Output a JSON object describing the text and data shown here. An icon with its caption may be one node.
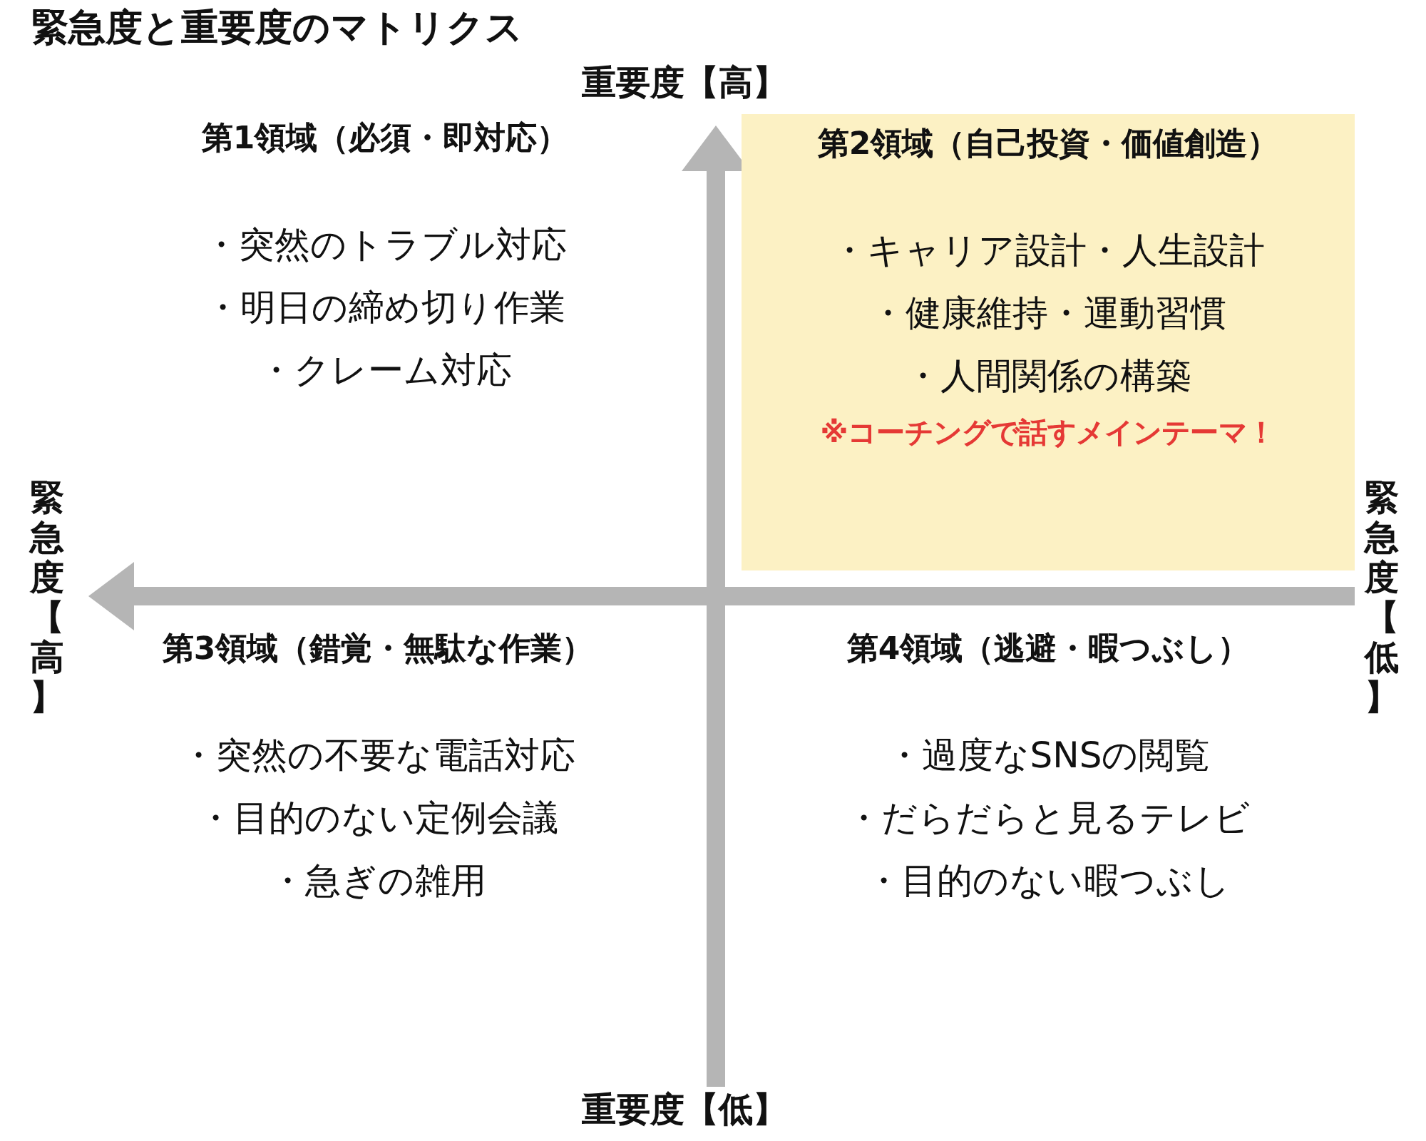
{
  "diagram": {
    "title": "緊急度と重要度のマトリクス",
    "nodes": [
      {
        "text": [
          "第1領域（必須・即対応）",
          "・突然のトラブル対応",
          "・明日の締め切り作業",
          "・クレーム対応"
        ]
      },
      {
        "text": [
          "第2領域（自己投資・価値創造）",
          "・キャリア設計・人生設計",
          "・健康維持・運動習慣",
          "・人間関係の構築",
          "※コーチングで話すメインテーマ！"
        ]
      },
      {
        "text": [
          "第3領域（錯覚・無駄な作業）",
          "・突然の不要な電話対応",
          "・目的のない定例会議",
          "・急ぎの雑用"
        ]
      },
      {
        "text": [
          "第4領域（逃避・暇つぶし）",
          "・過度なSNSの閲覧",
          "・だらだらと見るテレビ",
          "・目的のない暇つぶし"
        ]
      }
    ],
    "edges": [],
    "labels": [
      "重要度【高】",
      "緊急度【高】",
      "緊急度【低】",
      "重要度【低】"
    ]
  }
}
